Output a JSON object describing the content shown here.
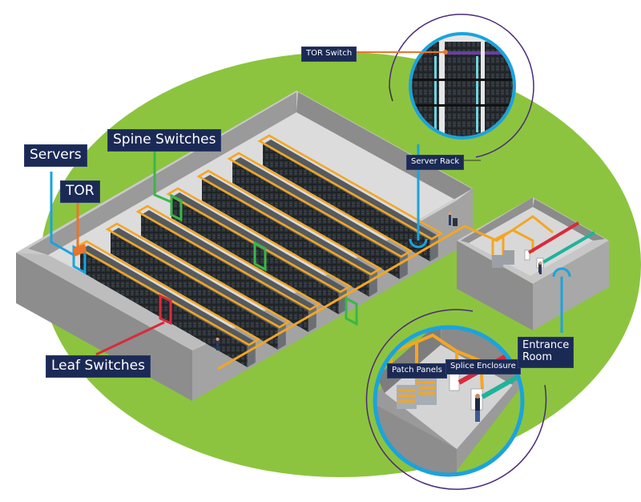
{
  "title": "Data center network topology illustration",
  "labels": {
    "servers": "Servers",
    "tor": "TOR",
    "spine_switches": "Spine Switches",
    "leaf_switches": "Leaf Switches",
    "tor_switch": "TOR Switch",
    "server_rack": "Server Rack",
    "patch_panels": "Patch Panels",
    "splice_enclosure": "Splice Enclosure",
    "entrance_room": "Entrance\nRoom"
  },
  "colors": {
    "background_blob": "#8cc43f",
    "label_bg": "#1b2a55",
    "servers_line": "#1ba3dc",
    "tor_line": "#e8762c",
    "spine_line": "#3bb54a",
    "leaf_line": "#d92b3a",
    "cable_tray": "#f4a623",
    "fiber_red": "#d92b3a",
    "fiber_teal": "#1fb39a",
    "callout_ring_inner": "#1ba3dc",
    "callout_ring_outer": "#4b2a7a"
  },
  "rows": 7
}
